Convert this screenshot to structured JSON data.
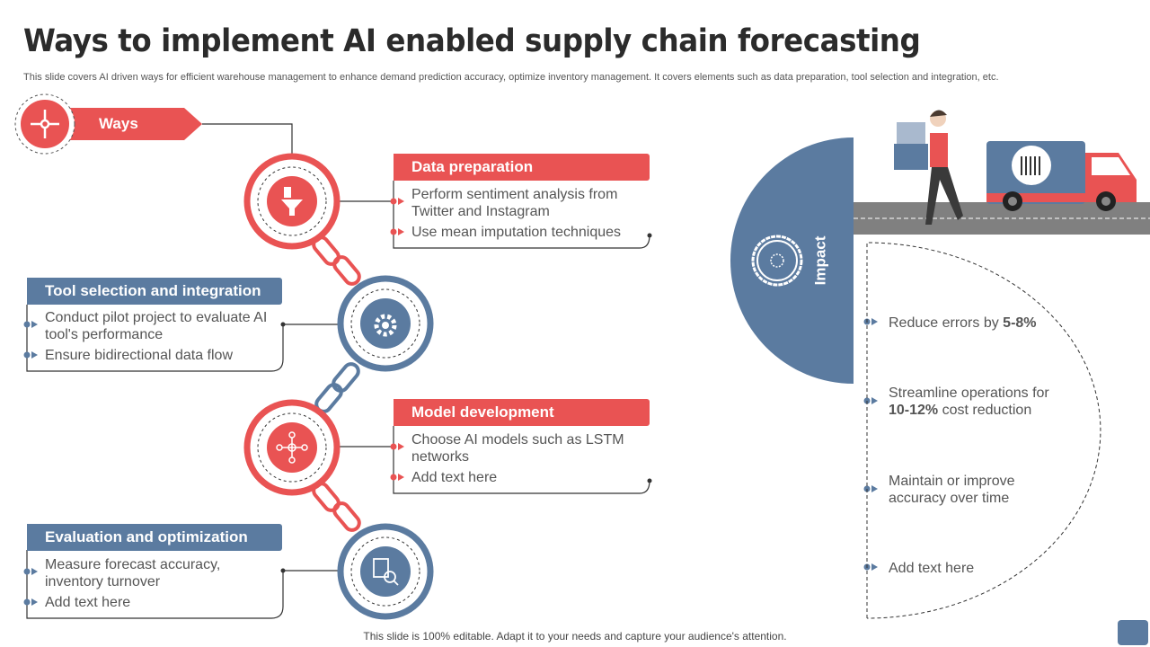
{
  "title": "Ways to implement AI enabled supply chain forecasting",
  "subtitle": "This slide covers AI driven ways for efficient warehouse management to enhance demand prediction accuracy, optimize inventory management. It covers elements such as data preparation, tool selection and integration, etc.",
  "ways_label": "Ways",
  "steps": [
    {
      "title": "Data preparation",
      "points": [
        "Perform sentiment analysis from Twitter and Instagram",
        "Use mean imputation techniques"
      ]
    },
    {
      "title": "Tool selection and integration",
      "points": [
        "Conduct pilot project to evaluate AI tool's performance",
        "Ensure bidirectional data flow"
      ]
    },
    {
      "title": "Model development",
      "points": [
        "Choose AI models such as LSTM networks",
        "Add text here"
      ]
    },
    {
      "title": "Evaluation and optimization",
      "points": [
        "Measure forecast accuracy, inventory turnover",
        "Add text here"
      ]
    }
  ],
  "impact": {
    "label": "Impact",
    "items": [
      {
        "text": "Reduce errors by ",
        "bold": "5-8%",
        "after": ""
      },
      {
        "text": "Streamline operations for ",
        "bold": "10-12%",
        "after": " cost reduction"
      },
      {
        "text": "Maintain or improve accuracy over time",
        "bold": "",
        "after": ""
      },
      {
        "text": "Add text here",
        "bold": "",
        "after": ""
      }
    ]
  },
  "footer": "This slide is 100% editable. Adapt it to your needs and capture your audience's attention.",
  "colors": {
    "red": "#E95353",
    "blue": "#5B7BA0",
    "road": "#808080"
  }
}
